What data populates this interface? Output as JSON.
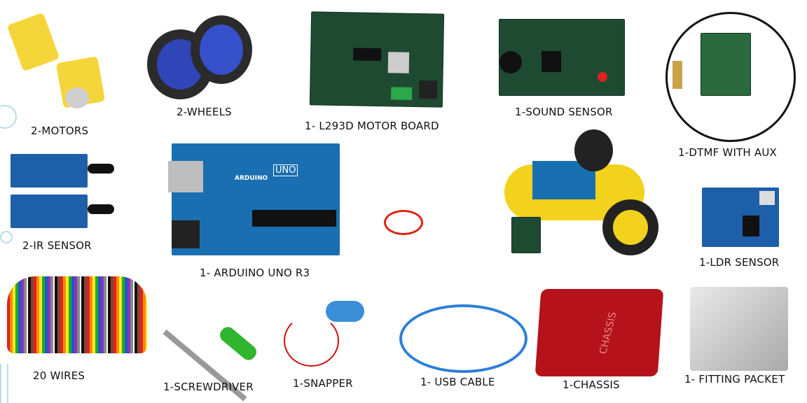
{
  "items": [
    {
      "id": "motors",
      "label": "2-MOTORS"
    },
    {
      "id": "wheels",
      "label": "2-WHEELS"
    },
    {
      "id": "motor-board",
      "label": "1- L293D MOTOR BOARD"
    },
    {
      "id": "sound-sensor",
      "label": "1-SOUND SENSOR"
    },
    {
      "id": "dtmf",
      "label": "1-DTMF WITH AUX"
    },
    {
      "id": "ir-sensor",
      "label": "2-IR SENSOR"
    },
    {
      "id": "arduino",
      "label": "1- ARDUINO UNO R3"
    },
    {
      "id": "ldr-sensor",
      "label": "1-LDR SENSOR"
    },
    {
      "id": "wires",
      "label": "20 WIRES"
    },
    {
      "id": "screwdriver",
      "label": "1-SCREWDRIVER"
    },
    {
      "id": "snapper",
      "label": "1-SNAPPER"
    },
    {
      "id": "usb-cable",
      "label": "1- USB CABLE"
    },
    {
      "id": "chassis",
      "label": "1-CHASSIS"
    },
    {
      "id": "fitting-packet",
      "label": "1- FITTING PACKET"
    }
  ],
  "board_text": {
    "arduino_brand": "ARDUINO",
    "arduino_model": "UNO",
    "chassis_text": "CHASSIS"
  },
  "colors": {
    "label": "#111111",
    "pcb_green": "#1f4a32",
    "pcb_blue": "#1d5fa8",
    "chassis_red": "#b5121b",
    "motor_yellow": "#f5d63a"
  }
}
